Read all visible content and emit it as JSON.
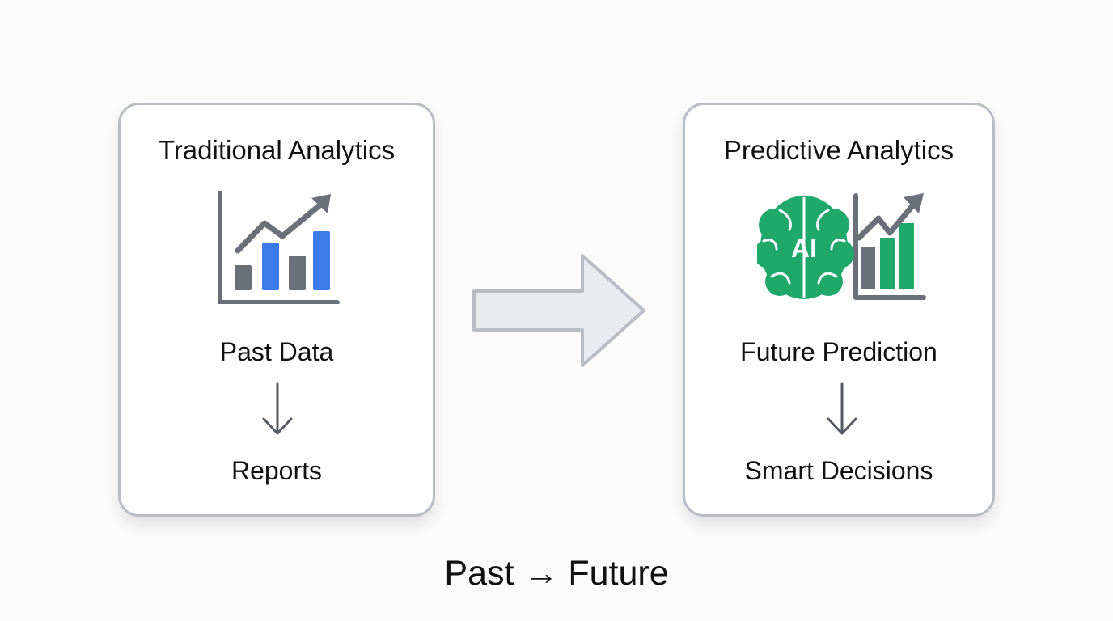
{
  "left_card": {
    "title": "Traditional Analytics",
    "top_label": "Past Data",
    "bottom_label": "Reports",
    "icon": "bar-chart-trend-icon"
  },
  "right_card": {
    "title": "Predictive Analytics",
    "icon_text": "AI",
    "top_label": "Future Prediction",
    "bottom_label": "Smart Decisions",
    "icon": "ai-brain-chart-icon"
  },
  "caption": "Past → Future",
  "colors": {
    "card_border": "#b9bcc2",
    "gray": "#6b6f77",
    "blue": "#3c7bea",
    "green": "#1fa86a",
    "arrow_fill": "#e9ebef"
  }
}
